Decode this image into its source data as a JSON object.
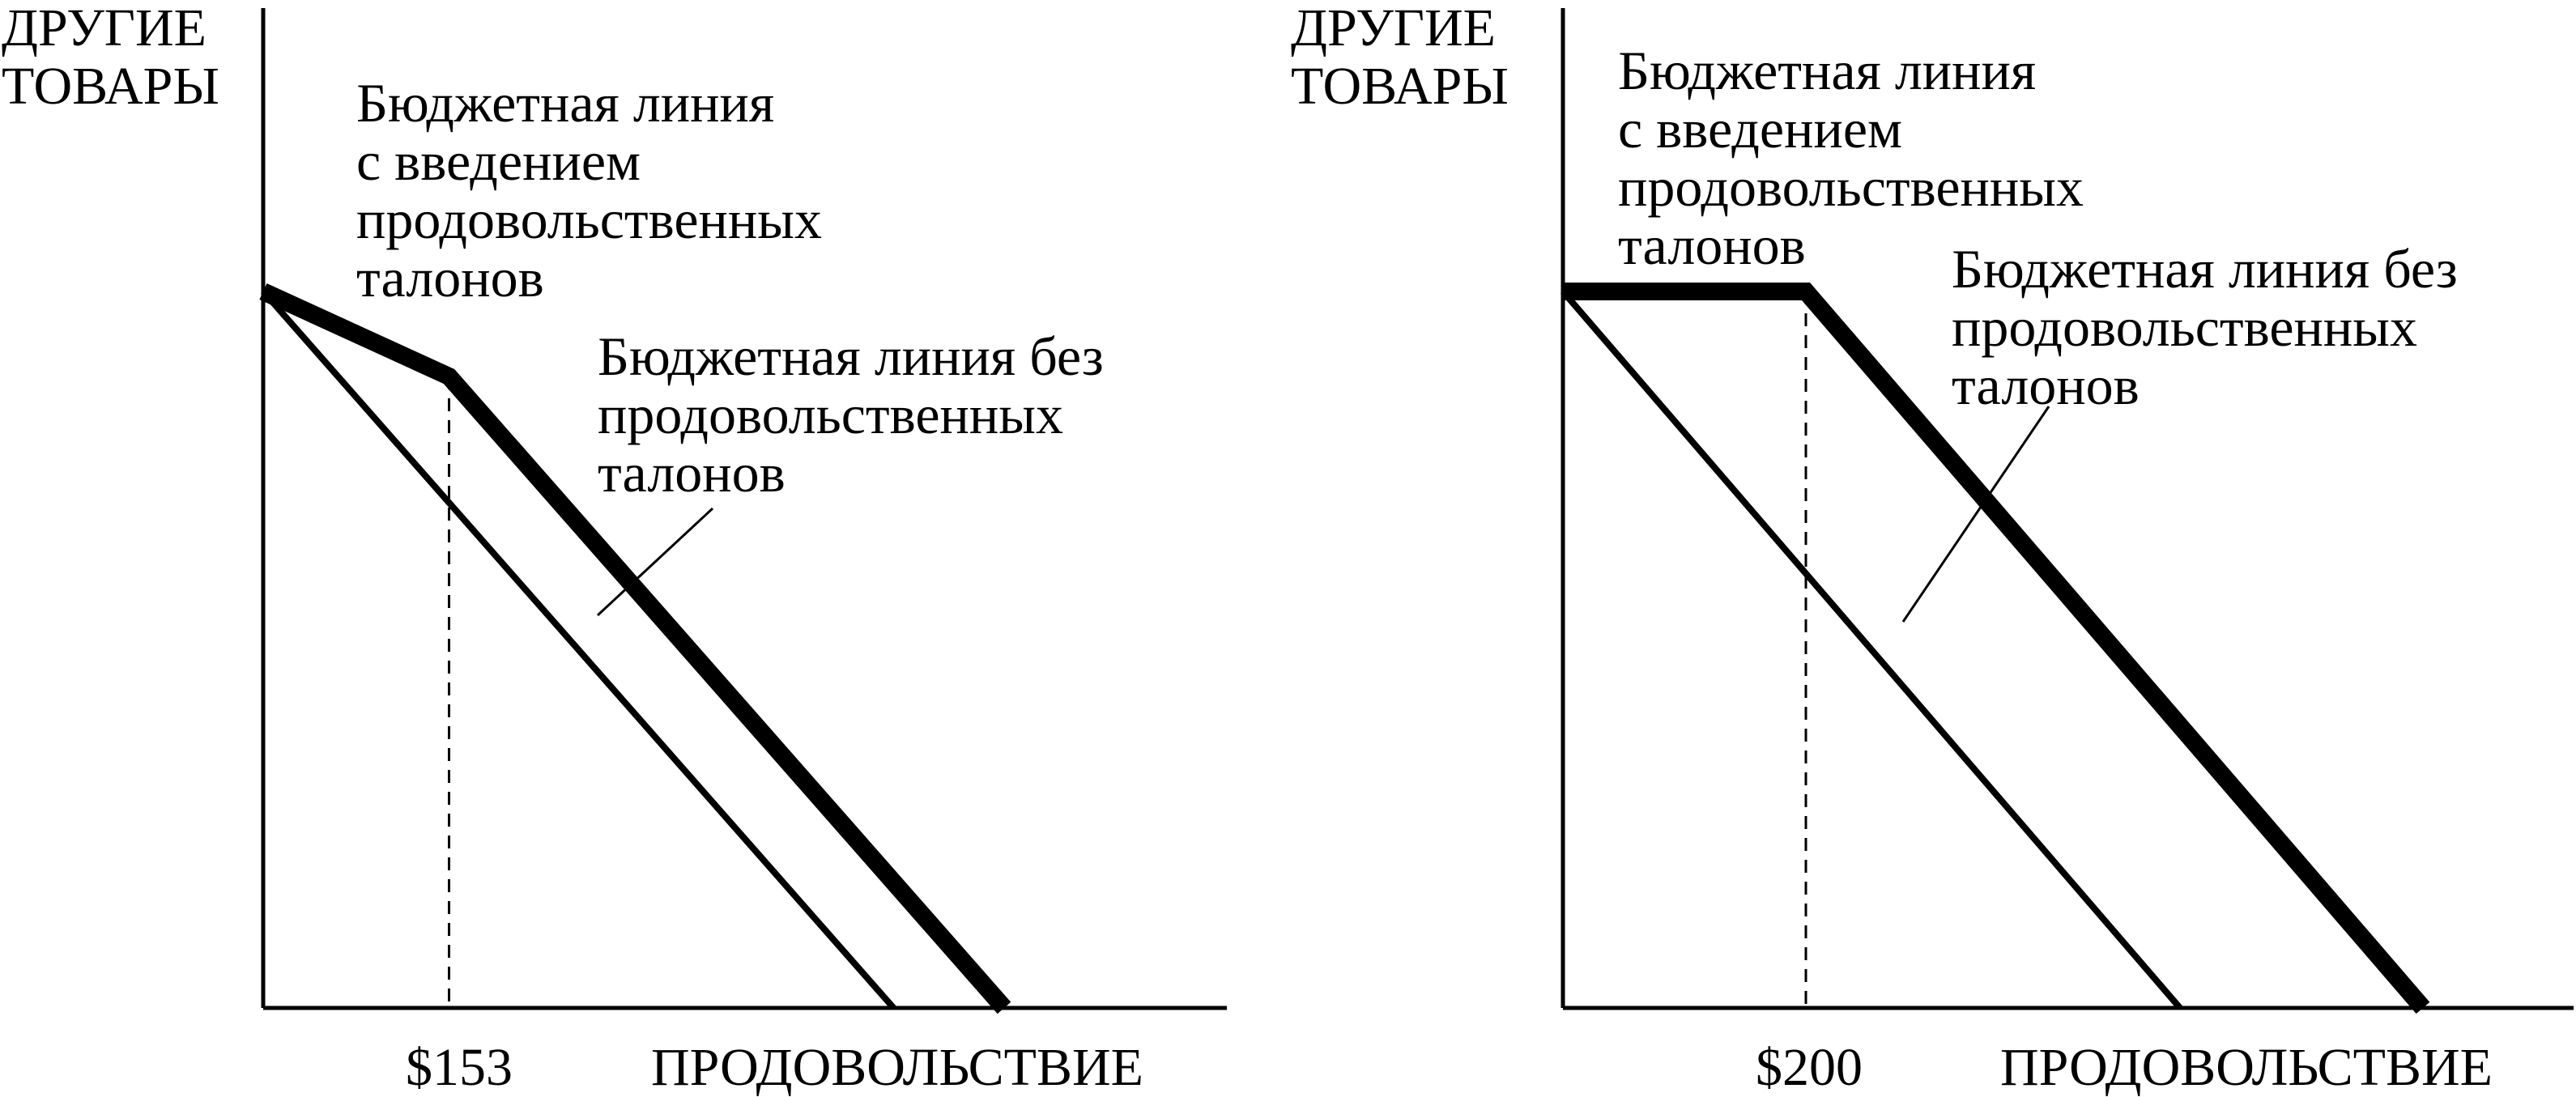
{
  "colors": {
    "ink": "#000000",
    "background": "#ffffff"
  },
  "chart_data": [
    {
      "type": "line",
      "ylabel_lines": [
        "ДРУГИЕ",
        "ТОВАРЫ"
      ],
      "xlabel": "ПРОДОВОЛЬСТВИЕ",
      "marked_x_label": "$153",
      "marked_x_value": 153,
      "xlim": [
        0,
        786
      ],
      "ylim": [
        0,
        590
      ],
      "series": [
        {
          "label_lines": [
            "Бюджетная линия",
            "с введением",
            "продовольственных",
            "талонов"
          ],
          "style": "thick",
          "points": [
            [
              0,
              590
            ],
            [
              153,
              520
            ],
            [
              610,
              0
            ]
          ]
        },
        {
          "label_lines": [
            "Бюджетная линия без",
            "продовольственных",
            "талонов"
          ],
          "style": "thin",
          "points": [
            [
              0,
              590
            ],
            [
              519,
              0
            ]
          ]
        }
      ]
    },
    {
      "type": "line",
      "ylabel_lines": [
        "ДРУГИЕ",
        "ТОВАРЫ"
      ],
      "xlabel": "ПРОДОВОЛЬСТВИЕ",
      "marked_x_label": "$200",
      "marked_x_value": 200,
      "xlim": [
        0,
        786
      ],
      "ylim": [
        0,
        590
      ],
      "series": [
        {
          "label_lines": [
            "Бюджетная линия",
            "с введением",
            "продовольственных",
            "талонов"
          ],
          "style": "thick",
          "points": [
            [
              0,
              590
            ],
            [
              200,
              590
            ],
            [
              708,
              0
            ]
          ]
        },
        {
          "label_lines": [
            "Бюджетная линия без",
            "продовольственных",
            "талонов"
          ],
          "style": "thin",
          "points": [
            [
              0,
              590
            ],
            [
              508,
              0
            ]
          ]
        }
      ]
    }
  ]
}
